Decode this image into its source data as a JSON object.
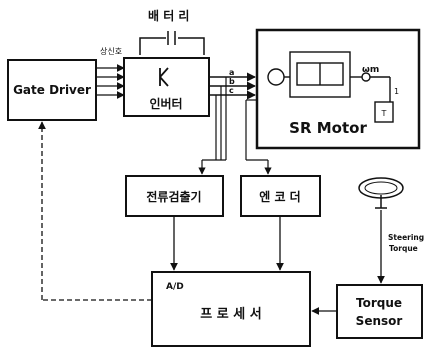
{
  "battery_label": "배 터 리",
  "gate_driver_label": "Gate Driver",
  "gate_signal_label": "상신호",
  "inverter_label": "인버터",
  "phase_labels": [
    "a",
    "b",
    "c"
  ],
  "motor_label": "SR Motor",
  "motor_omega_label": "ωm",
  "motor_gear_label": "1",
  "motor_load_label": "T",
  "current_sensor_label": "전류검출기",
  "encoder_label": "엔 코 더",
  "steering_torque_label": "Steering\nTorque",
  "torque_sensor_label": "Torque\nSensor",
  "ad_label": "A/D",
  "processor_label": "프 로 세 서"
}
